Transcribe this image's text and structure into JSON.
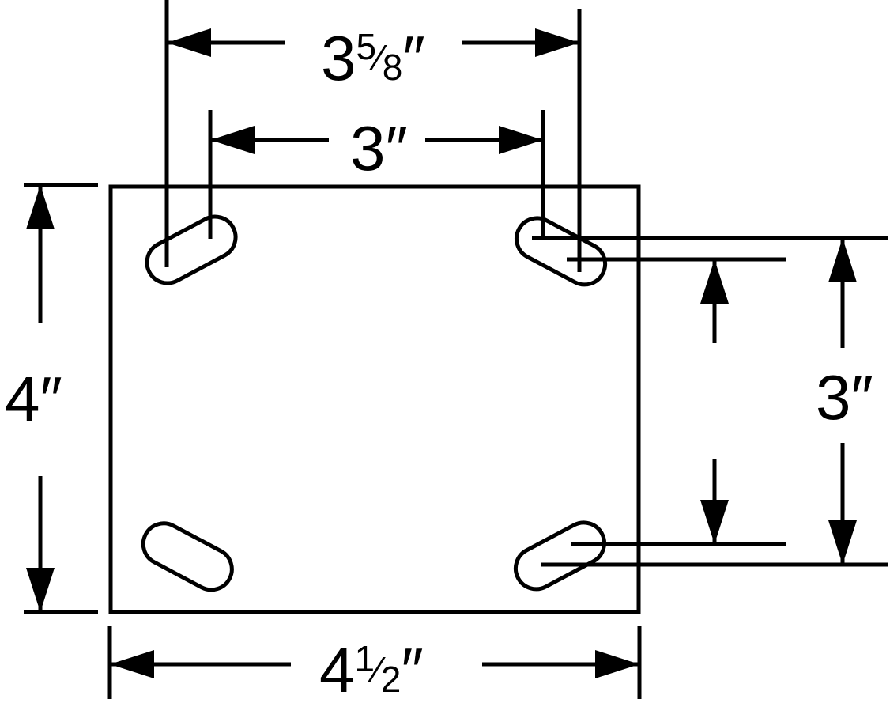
{
  "dimensions": {
    "top_outer": {
      "whole": "3",
      "numerator": "5",
      "slash": "⁄",
      "denominator": "8",
      "unit": "″"
    },
    "top_inner": {
      "whole": "3",
      "unit": "″"
    },
    "left_height": {
      "whole": "4",
      "unit": "″"
    },
    "right_spacing": {
      "whole": "3",
      "unit": "″"
    },
    "bottom_width": {
      "whole": "4",
      "numerator": "1",
      "slash": "⁄",
      "denominator": "2",
      "unit": "″"
    }
  },
  "colors": {
    "line": "#000000",
    "background": "#ffffff"
  }
}
